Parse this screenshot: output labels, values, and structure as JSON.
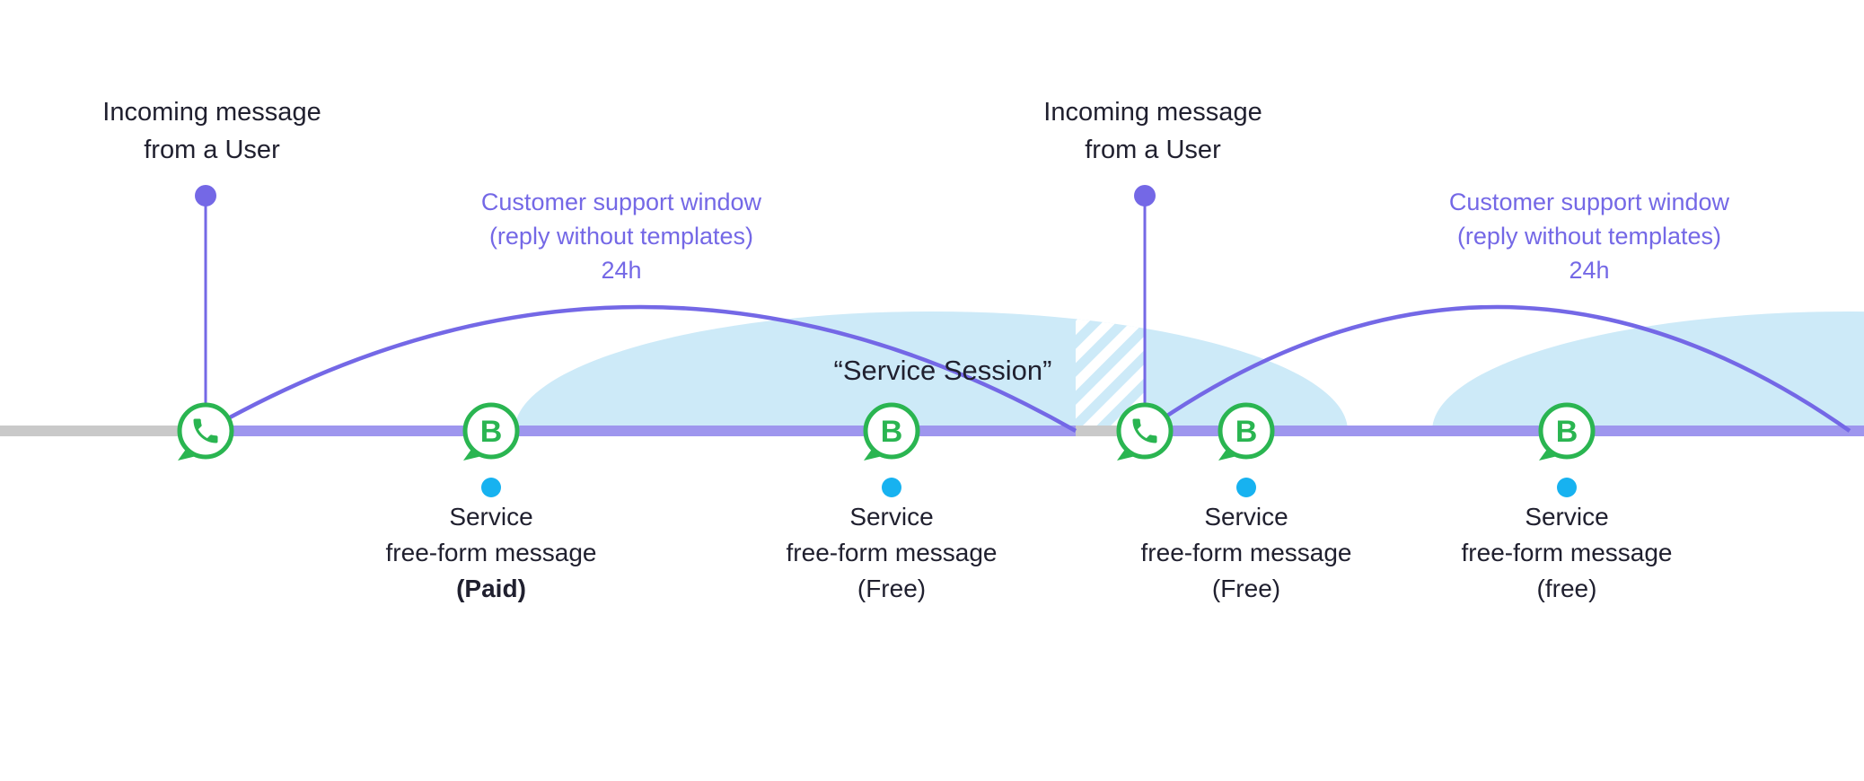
{
  "colors": {
    "accent_purple": "#7468e6",
    "timeline_purple": "#9e96ee",
    "timeline_gray": "#c9c9c9",
    "session_blue": "#cdeaf8",
    "dot_cyan": "#17b2f0",
    "whatsapp_green": "#2ab551",
    "text_dark": "#20202f"
  },
  "incoming_messages": [
    {
      "line1": "Incoming message",
      "line2": "from a User"
    },
    {
      "line1": "Incoming message",
      "line2": "from a User"
    }
  ],
  "support_windows": [
    {
      "line1": "Customer support window",
      "line2": "(reply without templates)",
      "line3": "24h"
    },
    {
      "line1": "Customer support window",
      "line2": "(reply without templates)",
      "line3": "24h"
    }
  ],
  "session_label": "“Service Session”",
  "service_messages": [
    {
      "line1": "Service",
      "line2": "free-form message",
      "qualifier": "(Paid)"
    },
    {
      "line1": "Service",
      "line2": "free-form message",
      "qualifier": "(Free)"
    },
    {
      "line1": "Service",
      "line2": "free-form message",
      "qualifier": "(Free)"
    },
    {
      "line1": "Service",
      "line2": "free-form message",
      "qualifier": "(free)"
    }
  ],
  "icons": {
    "business_letter": "B"
  }
}
